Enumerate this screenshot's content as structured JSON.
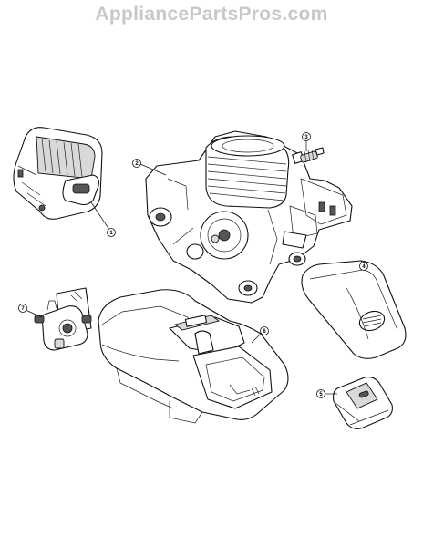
{
  "watermark": {
    "text": "AppliancePartsPros.com"
  },
  "callouts": [
    {
      "id": "1",
      "label": "1",
      "part": "air-filter-cover"
    },
    {
      "id": "2",
      "label": "2",
      "part": "engine-crankcase"
    },
    {
      "id": "3",
      "label": "3",
      "part": "spark-plug"
    },
    {
      "id": "4",
      "label": "4",
      "part": "top-cover"
    },
    {
      "id": "5",
      "label": "5",
      "part": "air-filter"
    },
    {
      "id": "6",
      "label": "6",
      "part": "handle-housing"
    },
    {
      "id": "7",
      "label": "7",
      "part": "carburetor"
    }
  ],
  "colors": {
    "watermark": "#c8c8c8",
    "linework": "#111111",
    "background": "#ffffff"
  }
}
